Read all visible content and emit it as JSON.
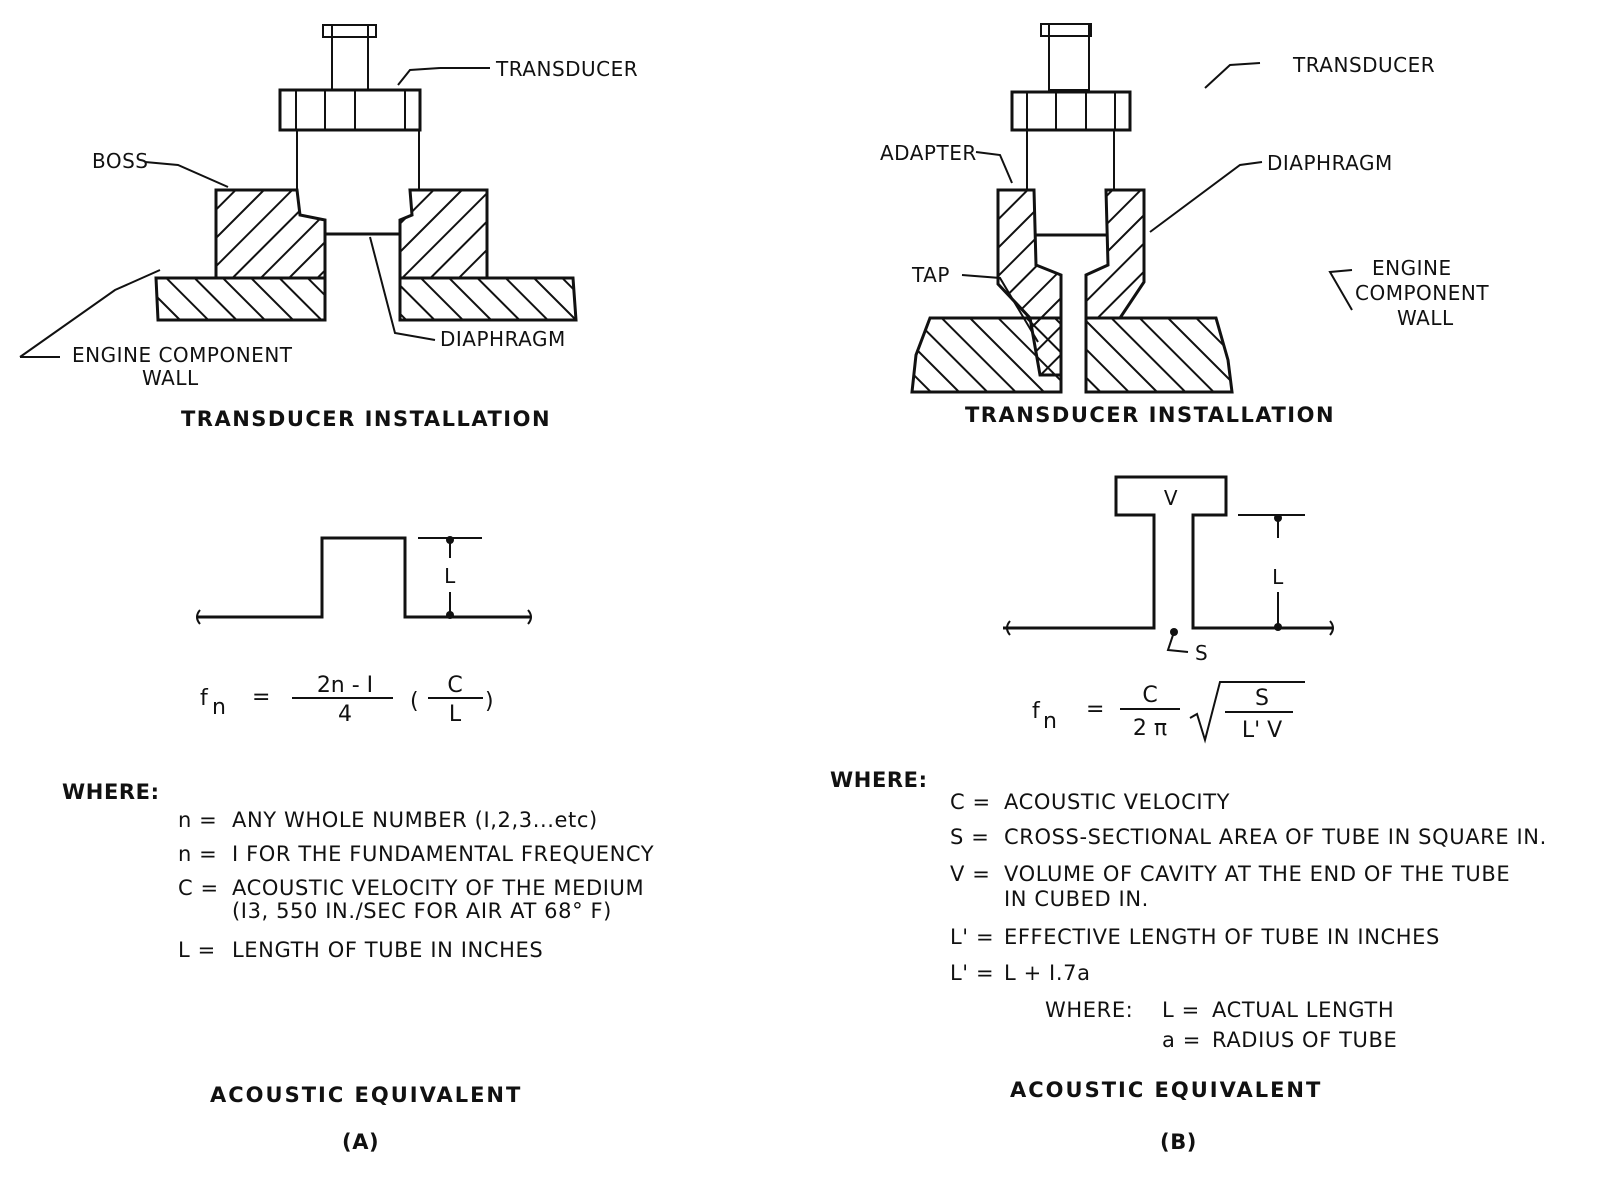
{
  "panel_a": {
    "installation": {
      "labels": {
        "transducer": "TRANSDUCER",
        "boss": "BOSS",
        "diaphragm": "DIAPHRAGM",
        "wall_line1": "ENGINE COMPONENT",
        "wall_line2": "WALL"
      },
      "caption": "TRANSDUCER INSTALLATION"
    },
    "equivalent_diagram": {
      "length_label": "L"
    },
    "formula": {
      "lhs": "f",
      "lhs_sub": "n",
      "equals": "=",
      "numerator": "2n - I",
      "denominator": "4",
      "paren_open": "(",
      "paren_num": "C",
      "paren_den": "L",
      "paren_close": ")"
    },
    "where": {
      "heading": "WHERE:",
      "items": [
        {
          "sym": "n =",
          "def": "ANY WHOLE NUMBER (I,2,3...etc)"
        },
        {
          "sym": "n =",
          "def": "I FOR THE FUNDAMENTAL FREQUENCY"
        },
        {
          "sym": "C =",
          "def": "ACOUSTIC VELOCITY OF THE MEDIUM",
          "def2": "(I3, 550 IN./SEC FOR AIR AT 68° F)"
        },
        {
          "sym": "L =",
          "def": "LENGTH OF TUBE IN INCHES"
        }
      ]
    },
    "caption": "ACOUSTIC  EQUIVALENT",
    "panel_label": "(A)"
  },
  "panel_b": {
    "installation": {
      "labels": {
        "transducer": "TRANSDUCER",
        "adapter": "ADAPTER",
        "diaphragm": "DIAPHRAGM",
        "tap": "TAP",
        "wall_line1": "ENGINE",
        "wall_line2": "COMPONENT",
        "wall_line3": "WALL"
      },
      "caption": "TRANSDUCER INSTALLATION"
    },
    "equivalent_diagram": {
      "volume_label": "V",
      "length_label": "L",
      "area_label": "S"
    },
    "formula": {
      "lhs": "f",
      "lhs_sub": "n",
      "equals": "=",
      "numerator": "C",
      "denominator": "2 π",
      "sqrt_num": "S",
      "sqrt_den": "L' V"
    },
    "where": {
      "heading": "WHERE:",
      "items": [
        {
          "sym": "C =",
          "def": "ACOUSTIC  VELOCITY"
        },
        {
          "sym": "S =",
          "def": "CROSS-SECTIONAL AREA OF TUBE IN SQUARE IN."
        },
        {
          "sym": "V =",
          "def": "VOLUME OF CAVITY AT THE END OF THE TUBE",
          "def2": "IN CUBED IN."
        },
        {
          "sym": "L' =",
          "def": "EFFECTIVE LENGTH OF TUBE IN INCHES"
        },
        {
          "sym": "L' =",
          "def": "L + I.7a"
        }
      ],
      "sub_heading": "WHERE:",
      "sub_items": [
        {
          "sym": "L =",
          "def": "ACTUAL LENGTH"
        },
        {
          "sym": "a =",
          "def": "RADIUS  OF  TUBE"
        }
      ]
    },
    "caption": "ACOUSTIC  EQUIVALENT",
    "panel_label": "(B)"
  }
}
